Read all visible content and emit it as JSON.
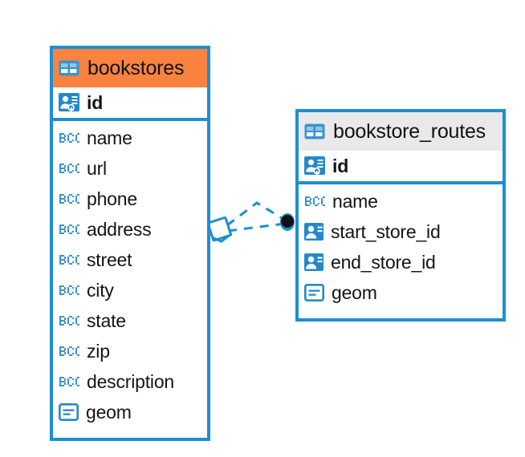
{
  "diagram": {
    "type": "entity-relationship-diagram",
    "background": "#ffffff",
    "accent_blue": "#1c8fd0",
    "header_orange": "#f9823f",
    "header_grey": "#e9e9e9",
    "text_color": "#141414"
  },
  "entities": [
    {
      "name": "bookstores",
      "header_style": "orange",
      "table_icon": "table-icon",
      "primary_keys": [
        {
          "label": "id",
          "icon": "primary-key-icon"
        }
      ],
      "fields": [
        {
          "label": "name",
          "icon": "abc-text-icon"
        },
        {
          "label": "url",
          "icon": "abc-text-icon"
        },
        {
          "label": "phone",
          "icon": "abc-text-icon"
        },
        {
          "label": "address",
          "icon": "abc-text-icon"
        },
        {
          "label": "street",
          "icon": "abc-text-icon"
        },
        {
          "label": "city",
          "icon": "abc-text-icon"
        },
        {
          "label": "state",
          "icon": "abc-text-icon"
        },
        {
          "label": "zip",
          "icon": "abc-text-icon"
        },
        {
          "label": "description",
          "icon": "abc-text-icon"
        },
        {
          "label": "geom",
          "icon": "geometry-icon"
        }
      ]
    },
    {
      "name": "bookstore_routes",
      "header_style": "grey",
      "table_icon": "table-icon",
      "primary_keys": [
        {
          "label": "id",
          "icon": "primary-key-icon"
        }
      ],
      "fields": [
        {
          "label": "name",
          "icon": "abc-text-icon"
        },
        {
          "label": "start_store_id",
          "icon": "foreign-key-icon"
        },
        {
          "label": "end_store_id",
          "icon": "foreign-key-icon"
        },
        {
          "label": "geom",
          "icon": "geometry-icon"
        }
      ]
    }
  ],
  "relationship": {
    "from_entity": "bookstores",
    "to_entity": "bookstore_routes",
    "line_style": "dashed",
    "line_color": "#1c8fd0",
    "source_marker": "diamond-outline",
    "target_marker": "filled-circle",
    "target_marker_color": "#121212"
  }
}
